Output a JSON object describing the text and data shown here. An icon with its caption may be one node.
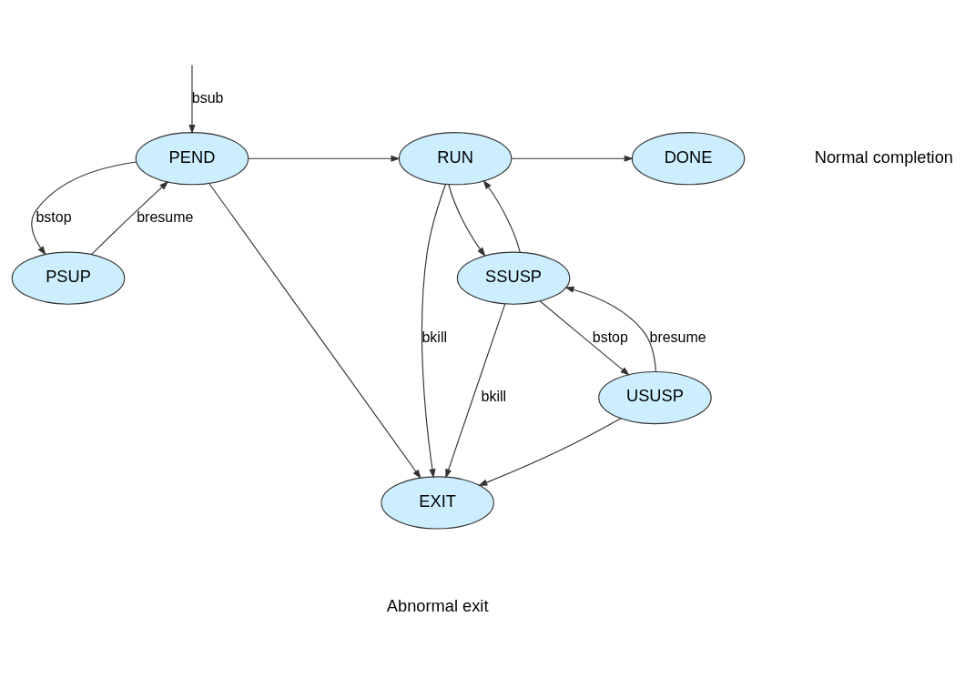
{
  "diagram": {
    "nodes": [
      {
        "text": [
          "PEND"
        ]
      },
      {
        "text": [
          "RUN"
        ]
      },
      {
        "text": [
          "DONE"
        ]
      },
      {
        "text": [
          "PSUP"
        ]
      },
      {
        "text": [
          "SSUSP"
        ]
      },
      {
        "text": [
          "USUSP"
        ]
      },
      {
        "text": [
          "EXIT"
        ],
        "beside": [
          "Abnormal exit"
        ]
      }
    ],
    "edges": [
      {
        "from": null,
        "to": 0,
        "arrow": "to",
        "label": "bsub"
      },
      {
        "from": 0,
        "to": 1,
        "arrow": "to"
      },
      {
        "from": 1,
        "to": 2,
        "arrow": "to"
      },
      {
        "from": 0,
        "to": 3,
        "arrow": "to",
        "label": "bstop"
      },
      {
        "from": 3,
        "to": 0,
        "arrow": "to",
        "label": "bresume"
      },
      {
        "from": 0,
        "to": 6,
        "arrow": "to"
      },
      {
        "from": 1,
        "to": 6,
        "arrow": "to",
        "label": "bkill"
      },
      {
        "from": 1,
        "to": 4,
        "arrow": "to"
      },
      {
        "from": 4,
        "to": 1,
        "arrow": "to"
      },
      {
        "from": 4,
        "to": 5,
        "arrow": "to",
        "label": "bstop"
      },
      {
        "from": 5,
        "to": 4,
        "arrow": "to",
        "label": "bresume"
      },
      {
        "from": 5,
        "to": 6,
        "arrow": "to"
      },
      {
        "from": 4,
        "to": 6,
        "arrow": "to",
        "label": "bkill"
      }
    ],
    "labels": [
      "Normal completion"
    ]
  }
}
